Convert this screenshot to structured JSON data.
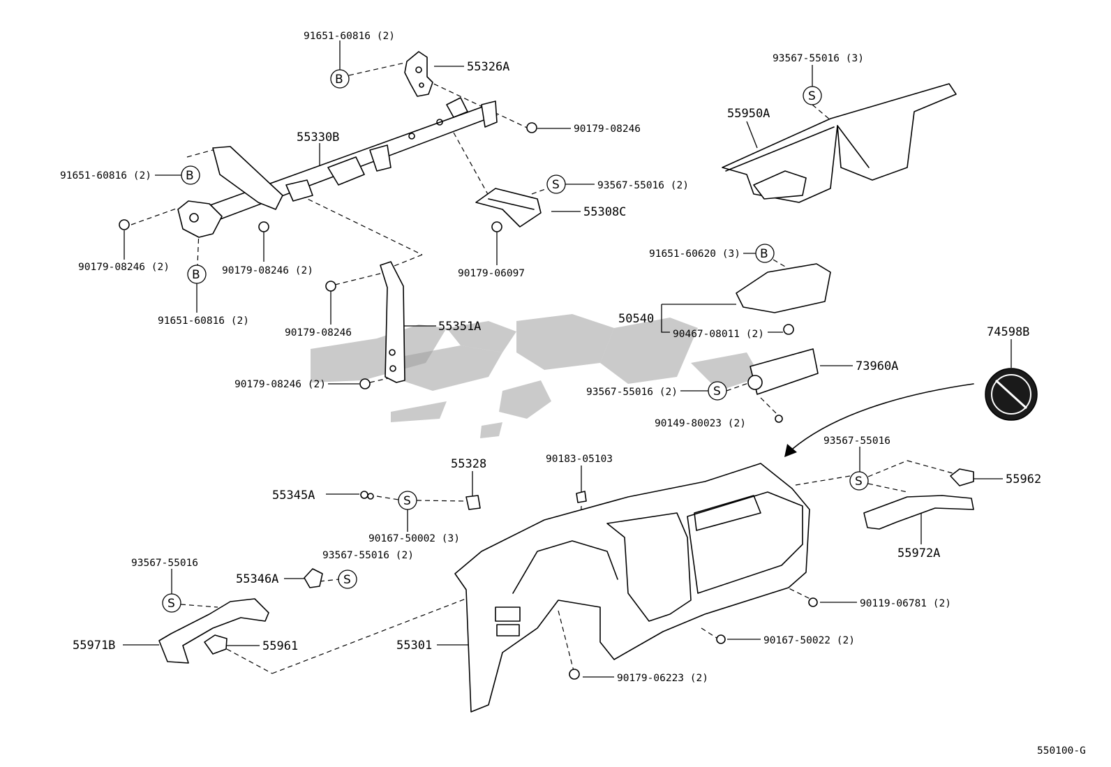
{
  "diagram_code": "550100-G",
  "symbols": {
    "bolt": "B",
    "screw": "S"
  },
  "labels": {
    "p91651_60816_2_top": "91651-60816 (2)",
    "p55326A": "55326A",
    "p90179_08246_top": "90179-08246",
    "p55330B": "55330B",
    "p91651_60816_2_left": "91651-60816 (2)",
    "p93567_55016_2_bracket": "93567-55016 (2)",
    "p55308C": "55308C",
    "p90179_08246_2_a": "90179-08246 (2)",
    "p90179_08246_2_b": "90179-08246 (2)",
    "p90179_06097": "90179-06097",
    "p91651_60816_2_bottom": "91651-60816 (2)",
    "p90179_08246_mid": "90179-08246",
    "p55351A": "55351A",
    "p90179_08246_2_c": "90179-08246 (2)",
    "p93567_55016_3": "93567-55016 (3)",
    "p55950A": "55950A",
    "p91651_60620_3": "91651-60620 (3)",
    "p50540": "50540",
    "p90467_08011_2": "90467-08011 (2)",
    "p74598B": "74598B",
    "p73960A": "73960A",
    "p93567_55016_2_airbag": "93567-55016 (2)",
    "p90149_80023_2": "90149-80023 (2)",
    "p93567_55016_right": "93567-55016",
    "p55962": "55962",
    "p55972A": "55972A",
    "p55328": "55328",
    "p90183_05103": "90183-05103",
    "p55345A": "55345A",
    "p90167_50002_3": "90167-50002 (3)",
    "p93567_55016_left": "93567-55016",
    "p93567_55016_2_mid": "93567-55016 (2)",
    "p55346A": "55346A",
    "p55971B": "55971B",
    "p55961": "55961",
    "p55301": "55301",
    "p90119_06781_2": "90119-06781 (2)",
    "p90167_50022_2": "90167-50022 (2)",
    "p90179_06223_2": "90179-06223 (2)"
  },
  "colors": {
    "line": "#000000",
    "background": "#ffffff",
    "watermark": "#9e9e9e"
  }
}
